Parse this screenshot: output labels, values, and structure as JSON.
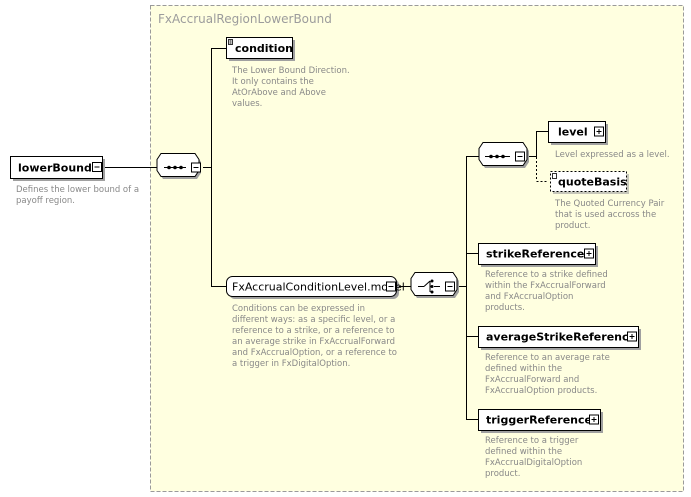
{
  "group": {
    "title": "FxAccrualRegionLowerBound"
  },
  "root": {
    "name": "lowerBound",
    "doc": [
      "Defines the lower bound of a",
      "payoff region."
    ]
  },
  "condition": {
    "name": "condition",
    "doc": [
      "The Lower Bound Direction.",
      "It only contains the",
      "AtOrAbove and Above",
      "values."
    ]
  },
  "level_model": {
    "name": "FxAccrualConditionLevel.model",
    "doc": [
      "Conditions can be expressed in",
      "different ways: as a specific level, or a",
      "reference to a strike, or a reference to",
      "an average strike in FxAccrualForward",
      "and FxAccrualOption, or a reference to",
      "a trigger in FxDigitalOption."
    ]
  },
  "level": {
    "name": "level",
    "doc": [
      "Level expressed as a level."
    ]
  },
  "quote_basis": {
    "name": "quoteBasis",
    "doc": [
      "The Quoted Currency Pair",
      "that is used accross the",
      "product."
    ]
  },
  "strike_reference": {
    "name": "strikeReference",
    "doc": [
      "Reference to a strike defined",
      "within the FxAccrualForward",
      "and FxAccrualOption",
      "products."
    ]
  },
  "average_strike_reference": {
    "name": "averageStrikeReference",
    "doc": [
      "Reference to an average rate",
      "defined within the",
      "FxAccrualForward and",
      "FxAccrualOption products."
    ]
  },
  "trigger_reference": {
    "name": "triggerReference",
    "doc": [
      "Reference to a trigger",
      "defined within the",
      "FxAccrualDigitalOption",
      "product."
    ]
  },
  "icons": {
    "sequence": "sequence-compositor-icon",
    "choice": "choice-compositor-icon",
    "collapse": "collapse-minus-icon",
    "expand": "expand-plus-icon",
    "annotation": "documentation-icon"
  }
}
